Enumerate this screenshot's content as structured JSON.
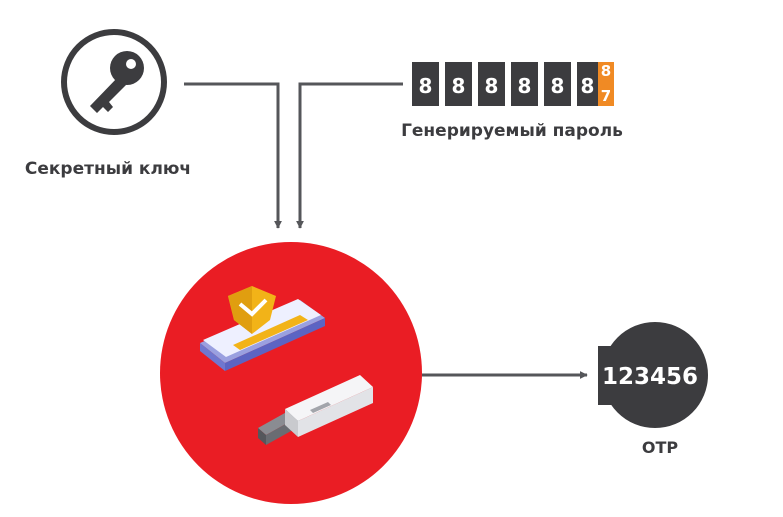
{
  "secret_key": {
    "label": "Секретный ключ",
    "icon": "key-icon"
  },
  "generated_password": {
    "label": "Генерируемый пароль",
    "digits": [
      "8",
      "8",
      "8",
      "8",
      "8"
    ],
    "last_digit_top": "8",
    "last_digit_bottom": "7",
    "digit_color": "#3c3c3f",
    "accent_color": "#f08a24"
  },
  "token_devices": {
    "circle_color": "#ea1d24",
    "devices": [
      "smartphone-shield-icon",
      "usb-token-icon"
    ]
  },
  "otp": {
    "value": "123456",
    "label": "OTP",
    "bubble_color": "#3c3c3f"
  }
}
